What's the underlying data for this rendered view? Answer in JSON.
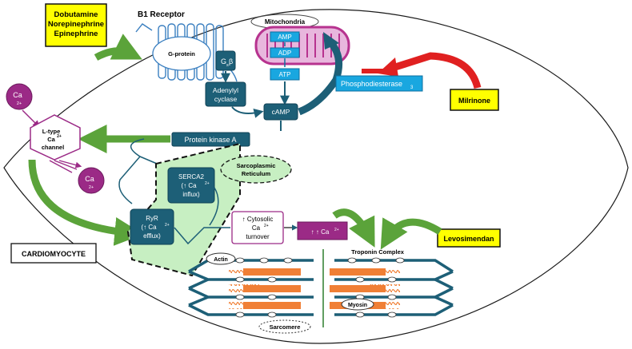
{
  "drugs": {
    "beta_agonists": [
      "Dobutamine",
      "Norepinephrine",
      "Epinephrine"
    ],
    "milrinone": "Milrinone",
    "levosimendan": "Levosimendan"
  },
  "receptor": {
    "title": "B1 Receptor",
    "g_protein": "G-protein",
    "gs_main": "G",
    "gs_sub": "s",
    "gs_beta": "β"
  },
  "mitochondria": {
    "label": "Mitochondria",
    "amp": "AMP",
    "adp": "ADP",
    "atp": "ATP"
  },
  "pde": {
    "main": "Phosphodiesterase",
    "sub": "3"
  },
  "adenylyl_cyclase": [
    "Adenylyl",
    "cyclase"
  ],
  "camp": "cAMP",
  "pka": "Protein kinase A",
  "calcium": {
    "ion_main": "Ca",
    "ion_charge": "2+",
    "channel": [
      "L-type",
      "Ca",
      "channel"
    ],
    "channel_charge": "2+"
  },
  "sr": {
    "label": [
      "Sarcoplasmic",
      "Reticulum"
    ],
    "serca": [
      "SERCA2",
      "(↑ Ca",
      "influx)"
    ],
    "serca_charge": "2+",
    "ryr": [
      "RyR",
      "(↑ Ca",
      "efflux)"
    ],
    "ryr_charge": "2+"
  },
  "cytosolic": {
    "lines": [
      "↑ Cytosolic",
      "Ca",
      "turnover"
    ],
    "charge": "2+"
  },
  "ca_increase": {
    "main": "↑ ↑ Ca",
    "charge": "2+"
  },
  "cell_label": "CARDIOMYOCYTE",
  "sarcomere": {
    "actin": "Actin",
    "troponin": "Troponin  Complex",
    "myosin": "Myosin",
    "sarcomere": "Sarcomere"
  },
  "colors": {
    "teal": "#1d5f77",
    "teal_dark": "#0f4256",
    "sky": "#19a7e0",
    "green_arrow": "#5ba33a",
    "red_arrow": "#e02020",
    "purple": "#9b2a86",
    "yellow": "#ffff00",
    "sr_fill": "#c7efc2",
    "orange": "#f07f35",
    "mito": "#b7338f"
  }
}
